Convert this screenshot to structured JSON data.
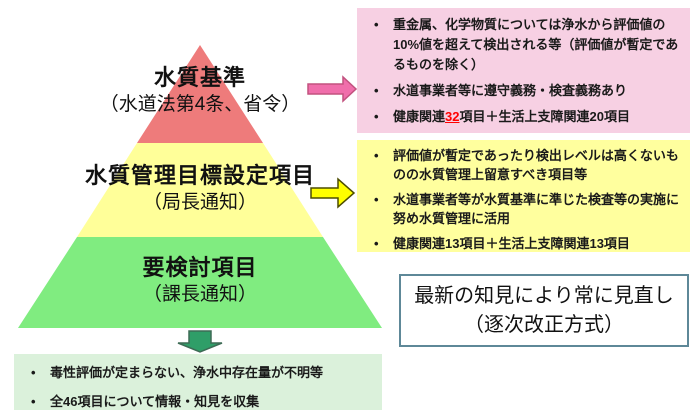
{
  "bullet_char": "•",
  "pyramid": {
    "levels": [
      {
        "title": "水質基準",
        "subtitle": "（水道法第4条、省令）",
        "fill": "#EE7B7B"
      },
      {
        "title": "水質管理目標設定項目",
        "subtitle": "（局長通知）",
        "fill": "#FFFF99"
      },
      {
        "title": "要検討項目",
        "subtitle": "（課長通知）",
        "fill": "#80EC80"
      }
    ]
  },
  "arrows": {
    "pink_fill": "#F06EAB",
    "pink_stroke": "#C2527F",
    "yellow_fill": "#FFFF00",
    "yellow_stroke": "#4D4D00",
    "green_fill": "#2F9E68",
    "green_stroke": "#3D6B55"
  },
  "standards_box": {
    "bg": "#F7D0E3",
    "bullets": [
      "重金属、化学物質については浄水から評価値の10%値を超えて検出される等（評価値が暫定であるものを除く）",
      "水道事業者等に遵守義務・検査義務あり"
    ],
    "count_bullet": {
      "prefix": "健康関連",
      "highlight": "32",
      "suffix": "項目＋生活上支障関連20項目"
    },
    "highlight_color": "#FF0000"
  },
  "management_box": {
    "bg": "#FFFF9E",
    "bullets": [
      "評価値が暫定であったり検出レベルは高くないものの水質管理上留意すべき項目等",
      "水道事業者等が水質基準に準じた検査等の実施に努め水質管理に活用",
      "健康関連13項目＋生活上支障関連13項目"
    ]
  },
  "review_box": {
    "border_color": "#5E8898",
    "line1": "最新の知見により常に見直し",
    "line2": "（逐次改正方式）"
  },
  "pending_box": {
    "bg": "#DBF1DB",
    "bullets": [
      "毒性評価が定まらない、浄水中存在量が不明等",
      "全46項目について情報・知見を収集"
    ]
  }
}
